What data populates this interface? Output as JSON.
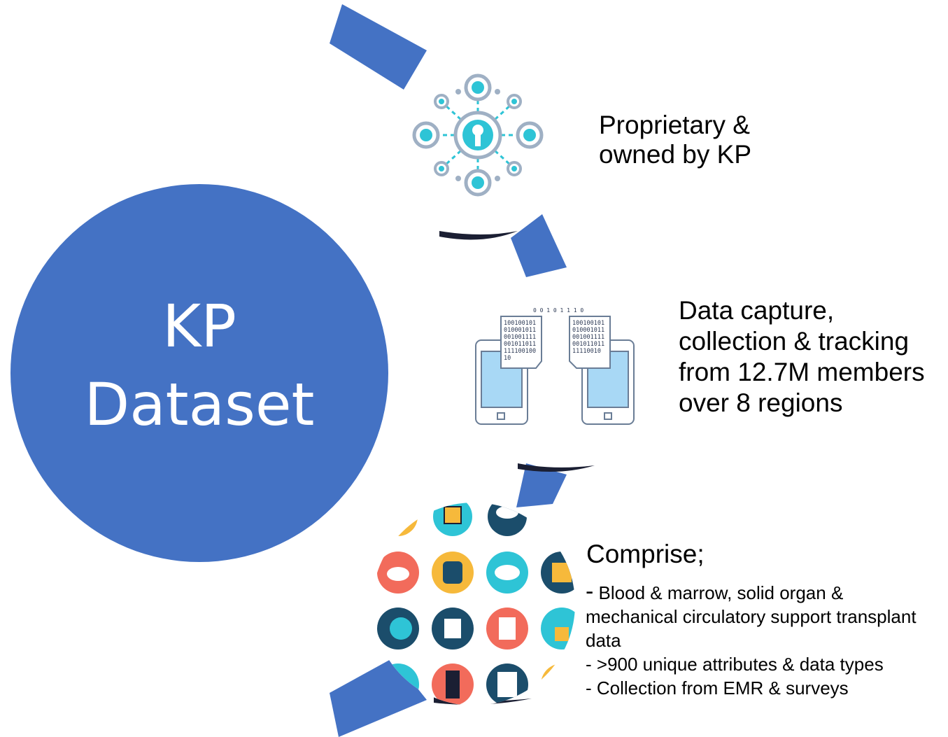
{
  "center": {
    "title": "KP\nDataset"
  },
  "items": [
    {
      "icon": "network-key-icon",
      "text": "Proprietary & owned by KP"
    },
    {
      "icon": "phone-data-transfer-icon",
      "text": "Data capture, collection & tracking from 12.7M members over 8 regions"
    },
    {
      "icon": "data-icons-collage",
      "title": "Comprise;",
      "bullets": [
        {
          "dash": "-",
          "text": " Blood & marrow, solid organ & mechanical circulatory support transplant data"
        },
        {
          "dash": "-",
          "text": " >900 unique attributes & data types"
        },
        {
          "dash": "-",
          "text": " Collection from EMR & surveys"
        }
      ]
    }
  ],
  "colors": {
    "accent": "#4472c4",
    "dark": "#1b1f33",
    "teal": "#2ec4d6",
    "coral": "#f26b5b",
    "yellow": "#f6b93b"
  }
}
